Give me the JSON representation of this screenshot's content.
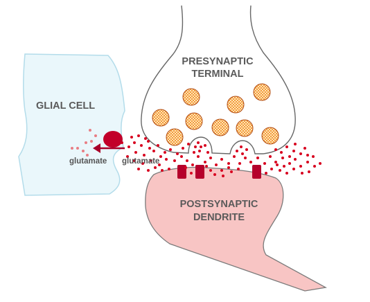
{
  "labels": {
    "glial_cell": "GLIAL CELL",
    "presynaptic_line1": "PRESYNAPTIC",
    "presynaptic_line2": "TERMINAL",
    "postsynaptic_line1": "POSTSYNAPTIC",
    "postsynaptic_line2": "DENDRITE",
    "glutamate_left": "glutamate",
    "glutamate_right": "glutamate"
  },
  "colors": {
    "glial_fill": "#eaf7fb",
    "glial_stroke": "#b3dcea",
    "presynaptic_fill": "#ffffff",
    "presynaptic_stroke": "#666666",
    "dendrite_fill": "#f8c5c4",
    "dendrite_stroke": "#7a7a7a",
    "vesicle_fill": "#f39a3c",
    "vesicle_stroke": "#b04a10",
    "glutamate_dot": "#d8001f",
    "transporter": "#c2002a",
    "arrow": "#a8002a",
    "receptor": "#b5002b",
    "released_dot": "#e87e84"
  }
}
